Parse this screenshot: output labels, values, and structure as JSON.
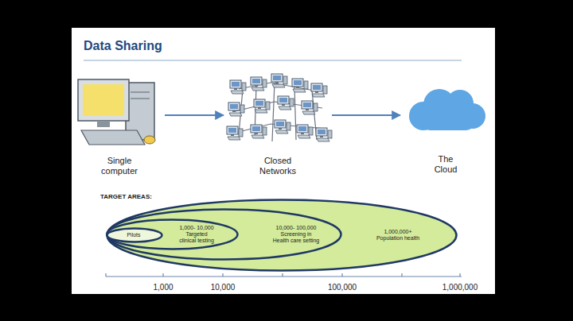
{
  "diagram": {
    "title": "Data Sharing",
    "nodes": [
      {
        "text": [
          "Single computer"
        ]
      },
      {
        "text": [
          "Closed Networks"
        ]
      },
      {
        "text": [
          "The Cloud"
        ]
      },
      {
        "text": [
          "1,000,000+",
          "Population health"
        ]
      },
      {
        "text": [
          "10,000- 100,000",
          "Screening in Health care setting"
        ],
        "in": 3
      },
      {
        "text": [
          "1,000- 10,000",
          "Targeted clinical testing"
        ],
        "in": 4
      },
      {
        "text": [
          "Pilots"
        ],
        "in": 5
      }
    ],
    "edges": [
      {
        "from": 0,
        "to": 1,
        "arrow": "to"
      },
      {
        "from": 1,
        "to": 2,
        "arrow": "to"
      }
    ],
    "labels": [
      "TARGET AREAS:",
      "1,000",
      "10,000",
      "100,000",
      "1,000,000"
    ]
  }
}
